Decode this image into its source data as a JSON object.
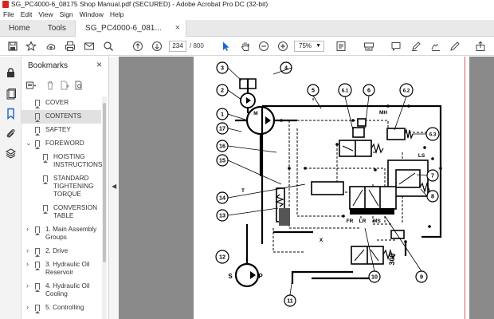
{
  "window": {
    "title": "SG_PC4000-6_08175 Shop Manual.pdf (SECURED) - Adobe Acrobat Pro DC (32-bit)"
  },
  "menu": [
    "File",
    "Edit",
    "View",
    "Sign",
    "Window",
    "Help"
  ],
  "tabs": {
    "home": "Home",
    "tools": "Tools",
    "document": "SG_PC4000-6_081...",
    "close": "×"
  },
  "toolbar": {
    "current_page": "234",
    "page_total": "/ 800",
    "zoom": "75%"
  },
  "bookmarks": {
    "title": "Bookmarks",
    "close": "×",
    "items": [
      {
        "label": "COVER",
        "level": 0,
        "expandable": false,
        "selected": false
      },
      {
        "label": "CONTENTS",
        "level": 0,
        "expandable": false,
        "selected": true
      },
      {
        "label": "SAFTEY",
        "level": 0,
        "expandable": false,
        "selected": false
      },
      {
        "label": "FOREWORD",
        "level": 0,
        "expandable": true,
        "expanded": true,
        "selected": false
      },
      {
        "label": "HOISTING INSTRUCTIONS",
        "level": 1,
        "expandable": false,
        "selected": false
      },
      {
        "label": "STANDARD TIGHTENING TORQUE",
        "level": 1,
        "expandable": false,
        "selected": false
      },
      {
        "label": "CONVERSION TABLE",
        "level": 1,
        "expandable": false,
        "selected": false
      },
      {
        "label": "1. Main Assembly Groups",
        "level": 0,
        "expandable": true,
        "selected": false
      },
      {
        "label": "2. Drive",
        "level": 0,
        "expandable": true,
        "selected": false
      },
      {
        "label": "3. Hydraulic Oil Reservoir",
        "level": 0,
        "expandable": true,
        "selected": false
      },
      {
        "label": "4. Hydraulic Oil Cooling",
        "level": 0,
        "expandable": true,
        "selected": false
      },
      {
        "label": "5. Controlling",
        "level": 0,
        "expandable": true,
        "selected": false
      }
    ]
  },
  "diagram": {
    "callouts": [
      "1",
      "2",
      "3",
      "4",
      "5",
      "6",
      "6.1",
      "6.2",
      "6.3",
      "7",
      "8",
      "9",
      "10",
      "11",
      "12",
      "13",
      "14",
      "15",
      "16",
      "17"
    ],
    "port_labels": {
      "s": "S",
      "p": "P",
      "m": "M",
      "ms": "MS",
      "mh": "MH",
      "lr": "LR",
      "fr": "FR",
      "x": "X",
      "t": "T",
      "ls": "LS",
      "n300": "300"
    }
  },
  "colors": {
    "accent": "#d7261e",
    "viewer_bg": "#8a8a8a",
    "selected_bg": "#e1e1e1"
  }
}
